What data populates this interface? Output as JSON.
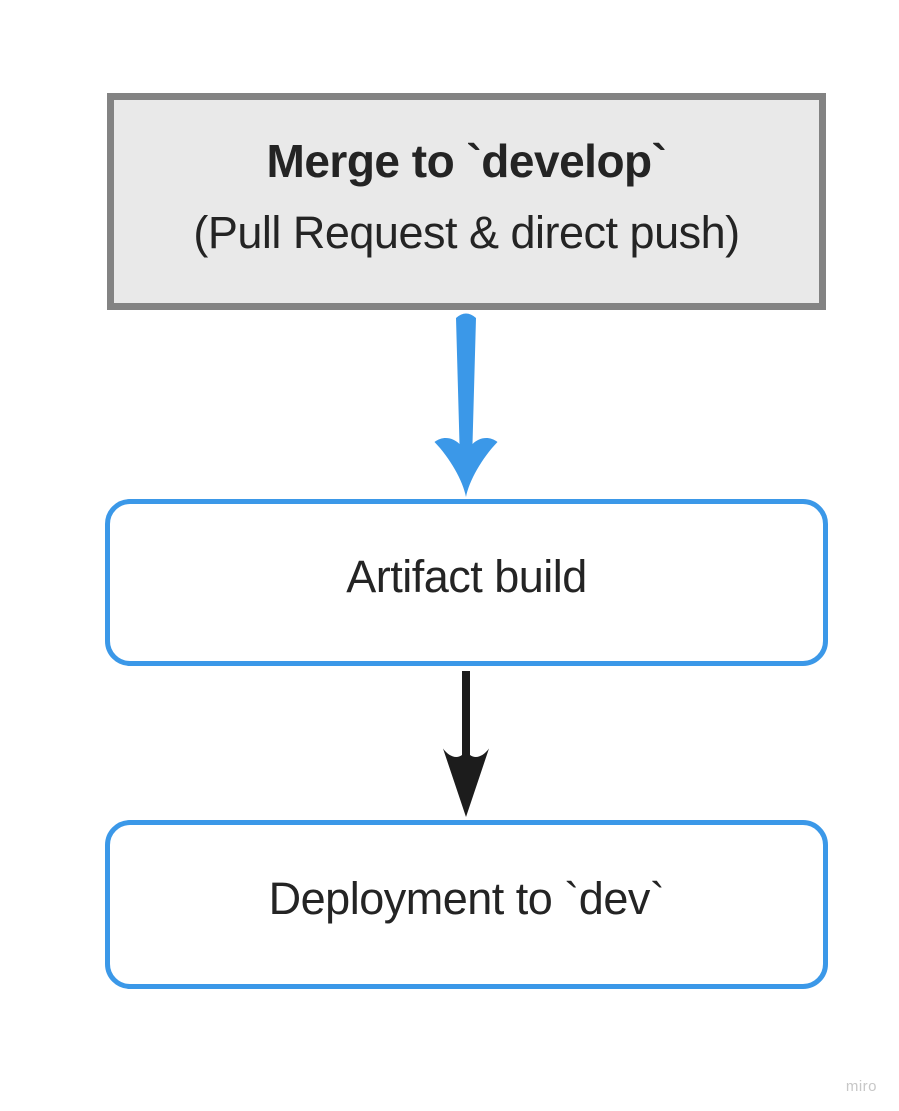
{
  "board": {
    "background_color": "#ffffff",
    "watermark": "miro"
  },
  "diagram": {
    "text_color": "#242424",
    "nodes": [
      {
        "id": "merge-develop",
        "shape": "rectangle",
        "title": "Merge to `develop`",
        "subtitle": "(Pull Request & direct push)",
        "fill_color": "#e9e9e9",
        "border_color": "#838383"
      },
      {
        "id": "artifact-build",
        "shape": "rounded-rectangle",
        "label": "Artifact build",
        "fill_color": "#ffffff",
        "border_color": "#3b98e8"
      },
      {
        "id": "deployment-dev",
        "shape": "rounded-rectangle",
        "label": "Deployment to `dev`",
        "fill_color": "#ffffff",
        "border_color": "#3b98e8"
      }
    ],
    "connectors": [
      {
        "from": "merge-develop",
        "to": "artifact-build",
        "direction": "down",
        "color": "#3b98e8",
        "style": "thick-tapered-arrow"
      },
      {
        "from": "artifact-build",
        "to": "deployment-dev",
        "direction": "down",
        "color": "#1c1c1c",
        "style": "thin-arrow"
      }
    ]
  }
}
